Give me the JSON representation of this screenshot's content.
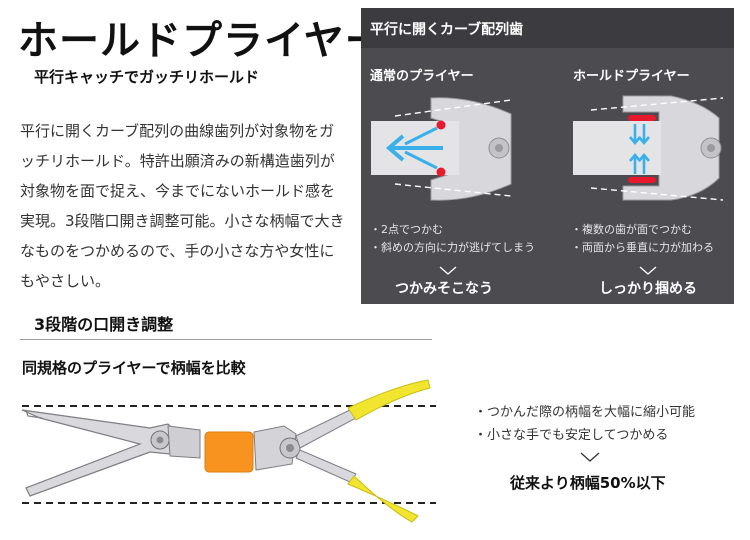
{
  "header": {
    "title": "ホールドプライヤー",
    "subtitle": "平行キャッチでガッチリホールド"
  },
  "description": {
    "lines": [
      "平行に開くカーブ配列の曲線歯列が対象物をガ",
      "ッチリホールド。特許出願済みの新構造歯列が",
      "対象物を面で捉え、今までにないホールド感を",
      "実現。3段階口開き調整可能。小さな柄幅で大き",
      "なものをつかめるので、手の小さな方や女性に",
      "もやさしい。"
    ]
  },
  "panel": {
    "header": "平行に開くカーブ配列歯",
    "normal": {
      "label": "通常のプライヤー",
      "notes": [
        "・2点でつかむ",
        "・斜めの方向に力が逃げてしまう"
      ],
      "result": "つかみそこなう"
    },
    "hold": {
      "label": "ホールドプライヤー",
      "notes": [
        "・複数の歯が面でつかむ",
        "・両面から垂直に力が加わる"
      ],
      "result": "しっかり掴める"
    }
  },
  "section": {
    "title": "3段階の口開き調整",
    "compare_title": "同規格のプライヤーで柄幅を比較",
    "bullets": [
      "・つかんだ際の柄幅を大幅に縮小可能",
      "・小さな手でも安定してつかめる"
    ],
    "conclusion": "従来より柄幅50%以下"
  },
  "colors": {
    "panel_bg": "#4c4b50",
    "panel_header_bg": "#3c3b40",
    "arrow": "#3ab0ea",
    "contact": "#e8192c",
    "handle": "#f2e530",
    "object": "#f7931e"
  }
}
